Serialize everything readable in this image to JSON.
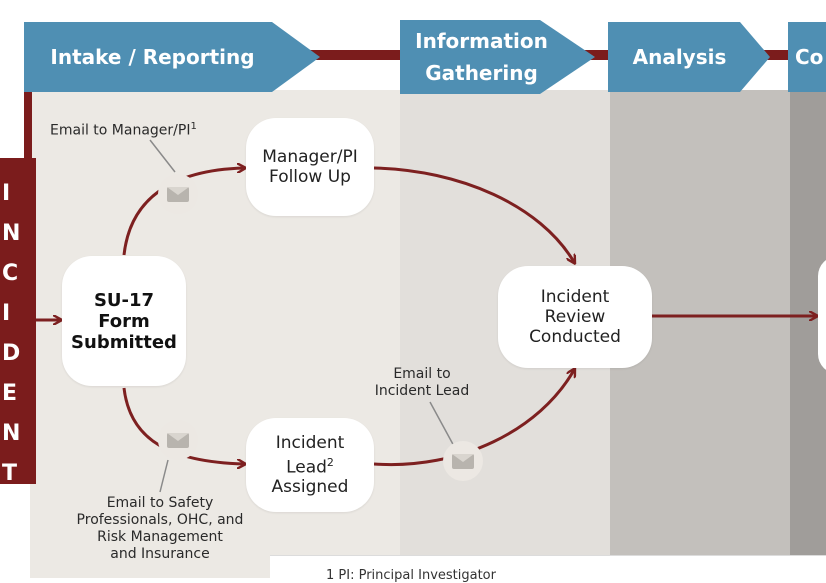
{
  "phases": [
    {
      "line1": "Intake / Reporting",
      "line2": ""
    },
    {
      "line1": "Information",
      "line2": "Gathering"
    },
    {
      "line1": "Analysis",
      "line2": ""
    },
    {
      "line1": "Co",
      "line2": ""
    }
  ],
  "sidebar": {
    "letters": [
      "I",
      "N",
      "C",
      "I",
      "D",
      "E",
      "N",
      "T"
    ]
  },
  "nodes": {
    "su17": {
      "line1": "SU-17",
      "line2": "Form",
      "line3": "Submitted"
    },
    "manager": {
      "line1": "Manager/PI",
      "line2": "Follow Up"
    },
    "lead": {
      "line1": "Incident",
      "line2": "Lead",
      "sup": "2",
      "line3": "Assigned"
    },
    "review": {
      "line1": "Incident",
      "line2": "Review",
      "line3": "Conducted"
    }
  },
  "notes": {
    "email_manager": {
      "text": "Email to Manager/PI",
      "sup": "1"
    },
    "email_lead": {
      "line1": "Email to",
      "line2": "Incident Lead"
    },
    "email_safety": {
      "line1": "Email to Safety",
      "line2": "Professionals, OHC, and",
      "line3": "Risk Management",
      "line4": "and Insurance"
    }
  },
  "footnote": {
    "text": "1 PI: Principal Investigator"
  },
  "colors": {
    "phase_blue": "#4f8fb3",
    "maroon": "#7b1c1c",
    "arrow": "#7d2020"
  },
  "icons": [
    "envelope-icon"
  ]
}
